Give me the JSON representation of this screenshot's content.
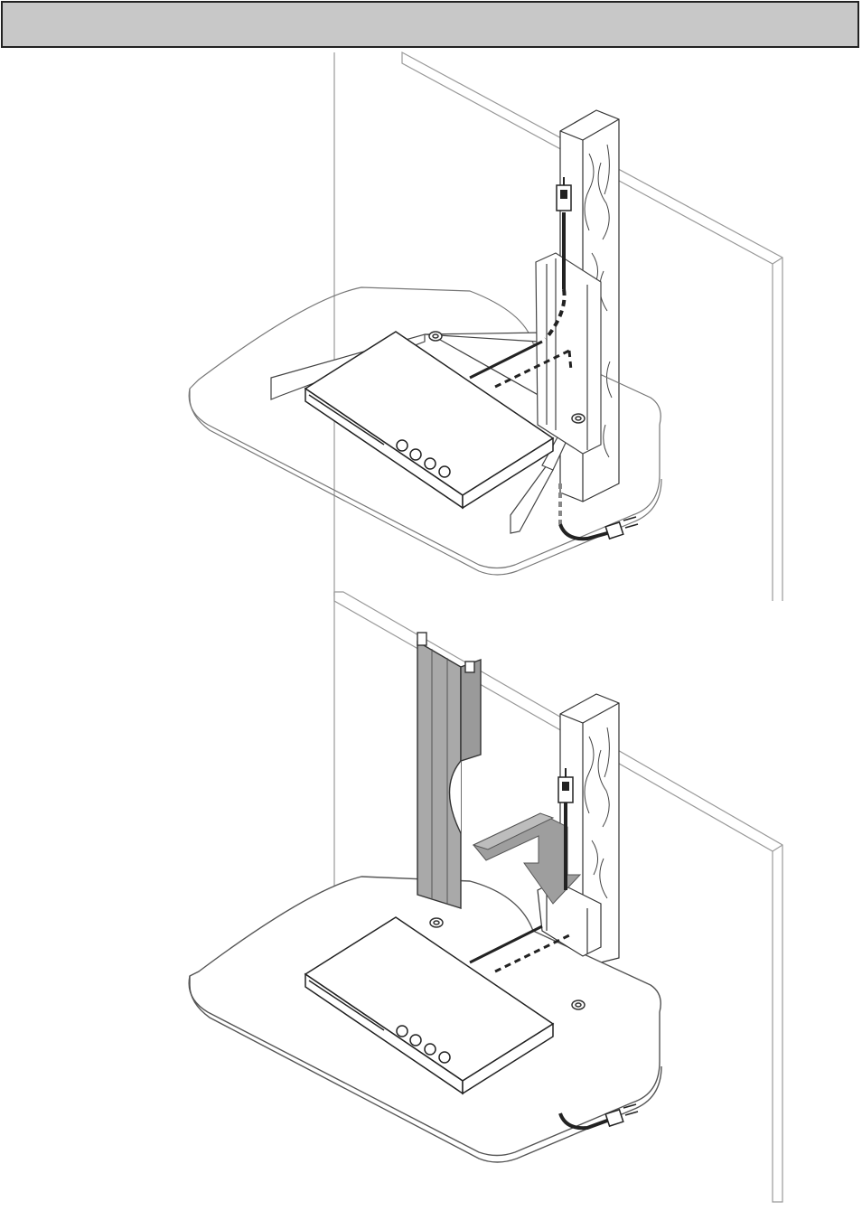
{
  "header": {
    "title": ""
  },
  "figures": [
    {
      "step": "route-cables-through-shelf-bracket",
      "components": [
        "wall",
        "wall-stud",
        "shelf-bracket",
        "glass-shelf",
        "av-device",
        "av-cable",
        "power-cord"
      ]
    },
    {
      "step": "attach-cable-cover",
      "components": [
        "wall",
        "wall-stud",
        "cable-cover",
        "insert-arrow",
        "glass-shelf",
        "av-device",
        "av-cable",
        "power-cord"
      ]
    }
  ],
  "colors": {
    "line": "#222222",
    "faint_line": "#9a9a9a",
    "cover_fill": "#a9a9a9",
    "arrow_fill": "#9e9e9e",
    "header_fill": "#c8c8c8"
  }
}
